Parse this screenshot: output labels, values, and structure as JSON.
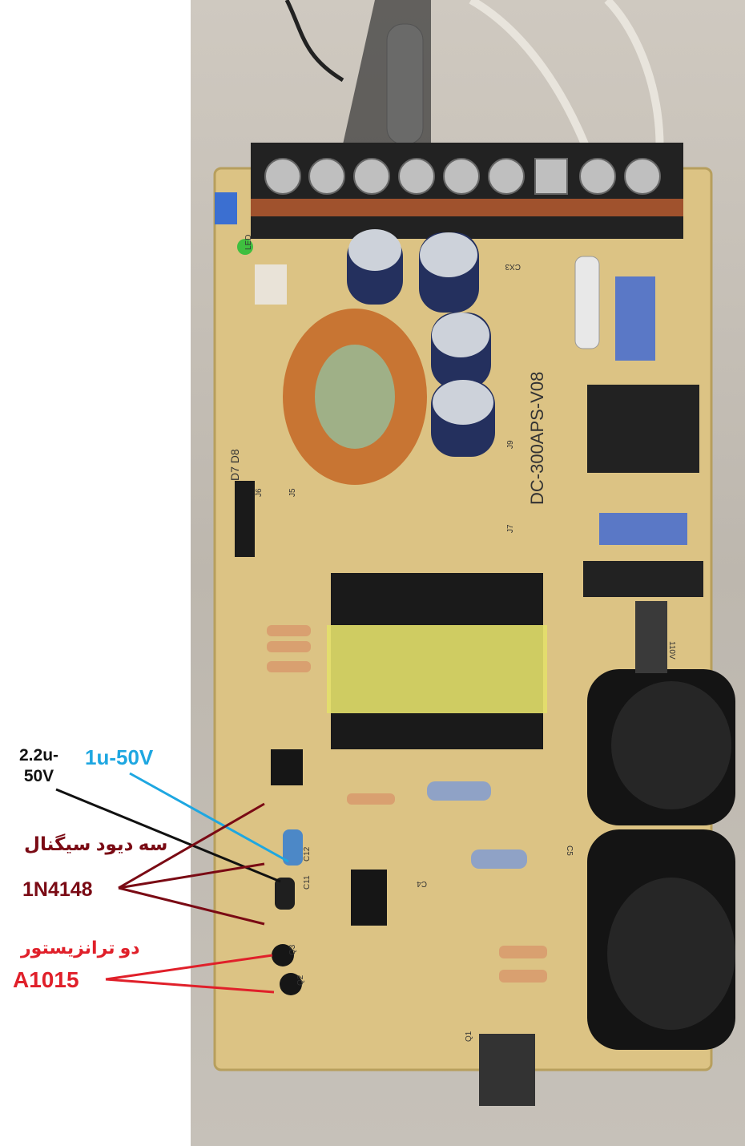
{
  "board": {
    "silkscreen_model": "DC-300APS-V08",
    "labels": {
      "c12": "C12",
      "c11": "C11",
      "c5": "C5",
      "c4": "C4",
      "cx3": "CX3",
      "led": "LED",
      "j5": "J5",
      "j6": "J6",
      "j7": "J7",
      "j9": "J9",
      "d7_d8": "D7 D8",
      "q1": "Q1",
      "q2": "Q2",
      "q3": "Q3",
      "v110": "110V"
    }
  },
  "annotations": {
    "cap_2u2": "2.2u-\n50V",
    "cap_1u": "1u-50V",
    "diodes_fa": "سه دیود سیگنال",
    "diodes_part": "1N4148",
    "transistors_fa": "دو ترانزیستور",
    "transistors_part": "A1015"
  },
  "colors": {
    "black_text": "#111111",
    "blue_text": "#1ea7e1",
    "maroon_text": "#7a0a14",
    "red_text": "#e0202a",
    "pcb": "#dcc384",
    "terminal": "#a0522d"
  }
}
